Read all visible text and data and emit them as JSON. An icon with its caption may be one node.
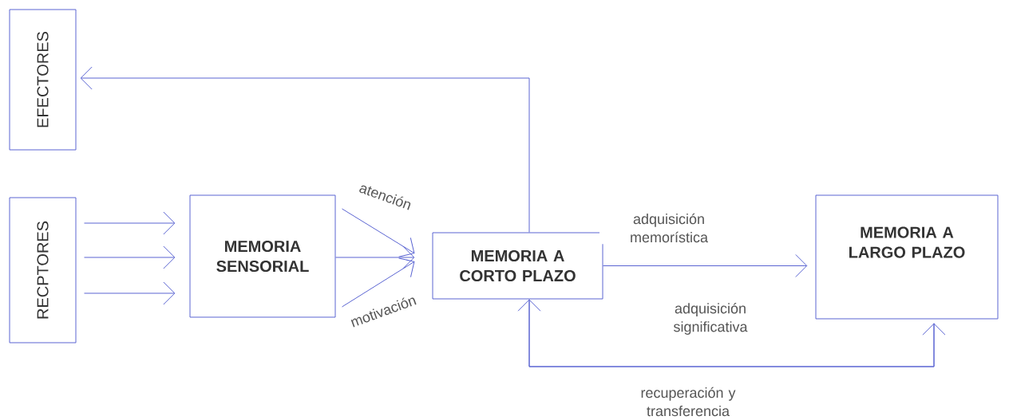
{
  "diagram": {
    "nodes": [
      {
        "text": [
          "EFECTORES"
        ]
      },
      {
        "text": [
          "RECPTORES"
        ]
      },
      {
        "text": [
          "MEMORIA SENSORIAL"
        ]
      },
      {
        "text": [
          "MEMORIA A CORTO PLAZO"
        ]
      },
      {
        "text": [
          "MEMORIA A LARGO PLAZO"
        ]
      }
    ],
    "edges": [
      {
        "from": 1,
        "to": 2,
        "arrow": "to"
      },
      {
        "from": 1,
        "to": 2,
        "arrow": "to"
      },
      {
        "from": 1,
        "to": 2,
        "arrow": "to"
      },
      {
        "from": 2,
        "to": 3,
        "arrow": "to",
        "label": "atención"
      },
      {
        "from": 2,
        "to": 3,
        "arrow": "to"
      },
      {
        "from": 2,
        "to": 3,
        "arrow": "to",
        "label": "motivación"
      },
      {
        "from": 3,
        "to": 0,
        "arrow": "to"
      },
      {
        "from": 3,
        "to": 4,
        "arrow": "to",
        "label": "adquisición memorística"
      },
      {
        "from": 3,
        "to": 4,
        "arrow": "to",
        "label": "adquisición significativa"
      },
      {
        "from": 4,
        "to": 3,
        "arrow": "to",
        "label": "recuperación y transferencia"
      }
    ]
  }
}
